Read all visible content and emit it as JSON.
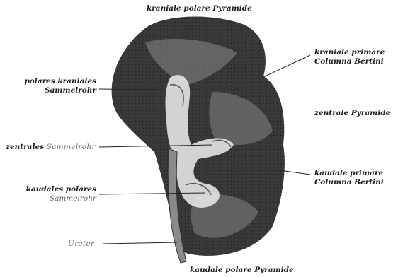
{
  "labels": {
    "top": "kraniale polare Pyramide",
    "bottom": "kaudale polare Pyramide",
    "polares_kraniales_1": "polares kraniales",
    "polares_kraniales_2": "Sammelrohr",
    "zentrales_1": "zentrales",
    "zentrales_2": "Sammelrohr",
    "kaudales_1": "kaudales polares",
    "kaudales_2": "Sammelrohr",
    "ureter": "Ureter",
    "kraniale_primaere_1": "kraniale primäre",
    "kraniale_primaere_2": "Columna Bertini",
    "zentrale_pyramide": "zentrale Pyramide",
    "kaudale_primaere_1": "kaudale primäre",
    "kaudale_primaere_2": "Columna Bertini"
  },
  "colors": {
    "ink": "#1e1e1e",
    "cortex": "#3c3c3c",
    "medulla": "#6e6e6e",
    "sinus": "#e4e4e4"
  }
}
